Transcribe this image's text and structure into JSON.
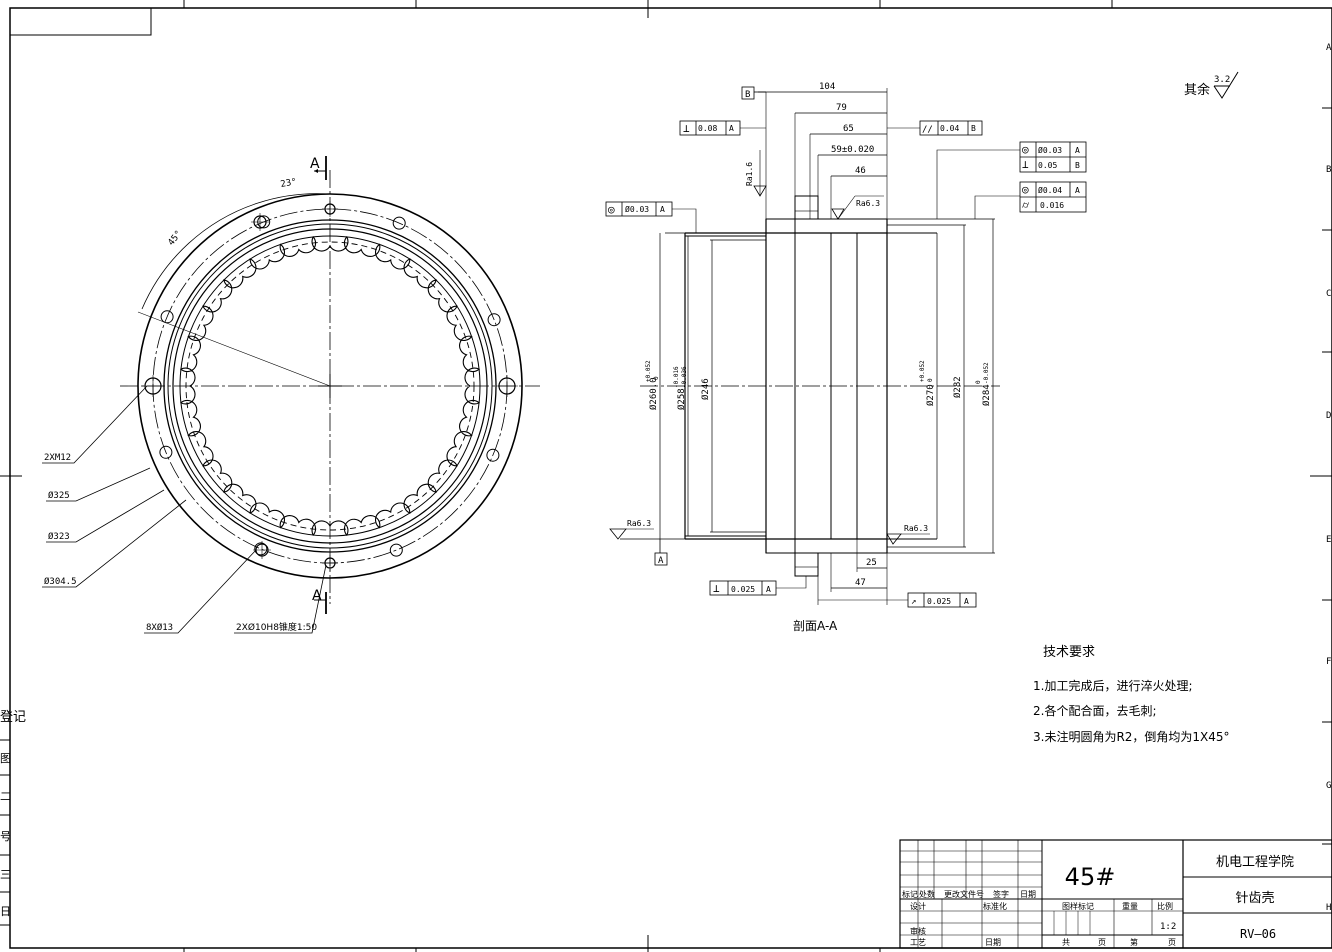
{
  "sheet": {
    "side_labels": [
      "A",
      "B",
      "C",
      "D",
      "E",
      "F",
      "G",
      "H"
    ],
    "left_strip_texts": [
      "登记",
      "图",
      "二",
      "号",
      "三",
      "日"
    ]
  },
  "roughness_other": {
    "label": "其余",
    "value": "3.2"
  },
  "front_view": {
    "section_mark": "A",
    "angle_23": "23°",
    "angle_45": "45°",
    "leaders": [
      "2XM12",
      "Ø325",
      "Ø323",
      "Ø304.5",
      "8XØ13",
      "2XØ10H8锥度1:50"
    ]
  },
  "section_view": {
    "caption": "剖面A-A",
    "datum_A": "A",
    "datum_B": "B",
    "dims_top": [
      "104",
      "79",
      "65",
      "59±0.020",
      "46"
    ],
    "dims_bottom": [
      "25",
      "47"
    ],
    "vertical_dims": {
      "d260": "Ø260.0",
      "d260_tol": "+0.052",
      "d260_tol2": "0",
      "d258": "Ø258",
      "d258_tol": "-0.016",
      "d258_tol2": "-0.036",
      "d246": "Ø246",
      "d270": "Ø270",
      "d270_tol": "+0.052",
      "d270_tol2": "0",
      "d282": "Ø282",
      "d284": "Ø284",
      "d284_tol": "0",
      "d284_tol2": "-0.052"
    },
    "roughness": [
      "Ra1.6",
      "Ra6.3",
      "Ra6.3",
      "Ra6.3"
    ],
    "gdt": [
      {
        "sym": "⊥",
        "val": "0.08",
        "ref": "A"
      },
      {
        "sym": "//",
        "val": "0.04",
        "ref": "B"
      },
      {
        "sym": "◎",
        "val": "Ø0.03",
        "ref": "A"
      },
      {
        "sym": "◎",
        "val": "Ø0.03",
        "ref": "A"
      },
      {
        "sym": "⊥",
        "val": "0.05",
        "ref": "B"
      },
      {
        "sym": "◎",
        "val": "Ø0.04",
        "ref": "A"
      },
      {
        "sym": "⌭",
        "val": "0.016",
        "ref": ""
      },
      {
        "sym": "⊥",
        "val": "0.025",
        "ref": "A"
      },
      {
        "sym": "↗",
        "val": "0.025",
        "ref": "A"
      }
    ]
  },
  "tech_requirements": {
    "title": "技术要求",
    "items": [
      "1.加工完成后，进行淬火处理;",
      "2.各个配合面，去毛刺;",
      "3.未注明圆角为R2，倒角均为1X45°"
    ]
  },
  "title_block": {
    "material": "45#",
    "school": "机电工程学院",
    "part_name": "针齿壳",
    "drawing_no": "RV—06",
    "scale_label": "比例",
    "scale": "1:2",
    "rev_headers": [
      "标记",
      "处数",
      "更改文件号",
      "签字",
      "日期"
    ],
    "design": "设计",
    "standard": "标准化",
    "check": "审核",
    "process": "工艺",
    "date": "日期",
    "stage_mark": "图样标记",
    "weight": "重量",
    "total": "共",
    "sheet": "第",
    "page": "页",
    "page2": "页"
  }
}
